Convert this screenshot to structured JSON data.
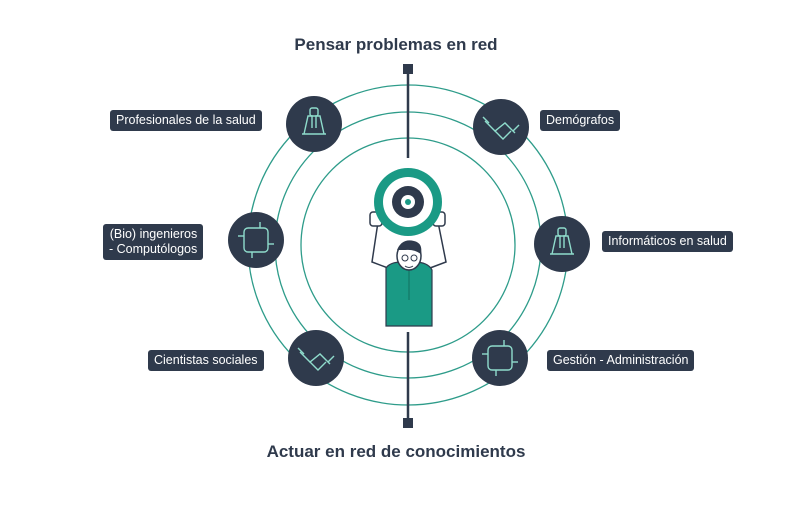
{
  "titles": {
    "top": "Pensar problemas en red",
    "bottom": "Actuar en red de conocimientos"
  },
  "profiles": [
    {
      "label": "Profesionales de la salud",
      "icon": "hands-stack-icon"
    },
    {
      "label": "Demógrafos",
      "icon": "handshake-icon"
    },
    {
      "label_lines": [
        "(Bio) ingenieros",
        "- Computólogos"
      ],
      "icon": "hands-circle-icon"
    },
    {
      "label": "Informáticos en salud",
      "icon": "hands-stack-icon"
    },
    {
      "label": "Cientistas sociales",
      "icon": "handshake-icon"
    },
    {
      "label": "Gestión - Administración",
      "icon": "hands-circle-icon"
    }
  ],
  "colors": {
    "navy": "#2f3a4c",
    "teal": "#1a9a85",
    "ring": "#2e9c8a"
  }
}
